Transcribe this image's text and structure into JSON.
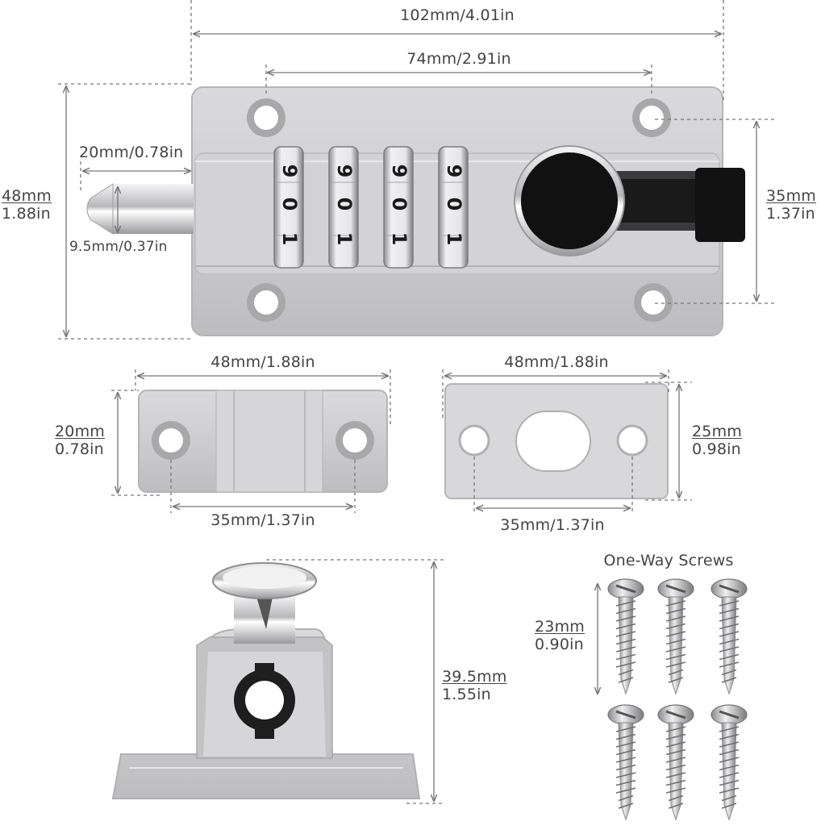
{
  "colors": {
    "metal": "#cfcfd1",
    "metal_dark": "#a9a9ac",
    "chrome": "#e4e4e6",
    "black": "#111111",
    "dim_line": "#777777",
    "text": "#444444"
  },
  "main_lock": {
    "width_overall": "102mm/4.01in",
    "hole_spacing": "74mm/2.91in",
    "bolt_length": "20mm/0.78in",
    "bolt_diameter": "9.5mm/0.37in",
    "height_mm": "48mm",
    "height_in": "1.88in",
    "inner_height_mm": "35mm",
    "inner_height_in": "1.37in",
    "dial_digits": [
      "9",
      "0",
      "1"
    ]
  },
  "keeper_block": {
    "width": "48mm/1.88in",
    "height_mm": "20mm",
    "height_in": "0.78in",
    "hole_spacing": "35mm/1.37in"
  },
  "keeper_plate": {
    "width": "48mm/1.88in",
    "height_mm": "25mm",
    "height_in": "0.98in",
    "hole_spacing": "35mm/1.37in"
  },
  "side_view": {
    "height_mm": "39.5mm",
    "height_in": "1.55in"
  },
  "screws": {
    "title": "One-Way Screws",
    "length_mm": "23mm",
    "length_in": "0.90in",
    "count": 6
  }
}
